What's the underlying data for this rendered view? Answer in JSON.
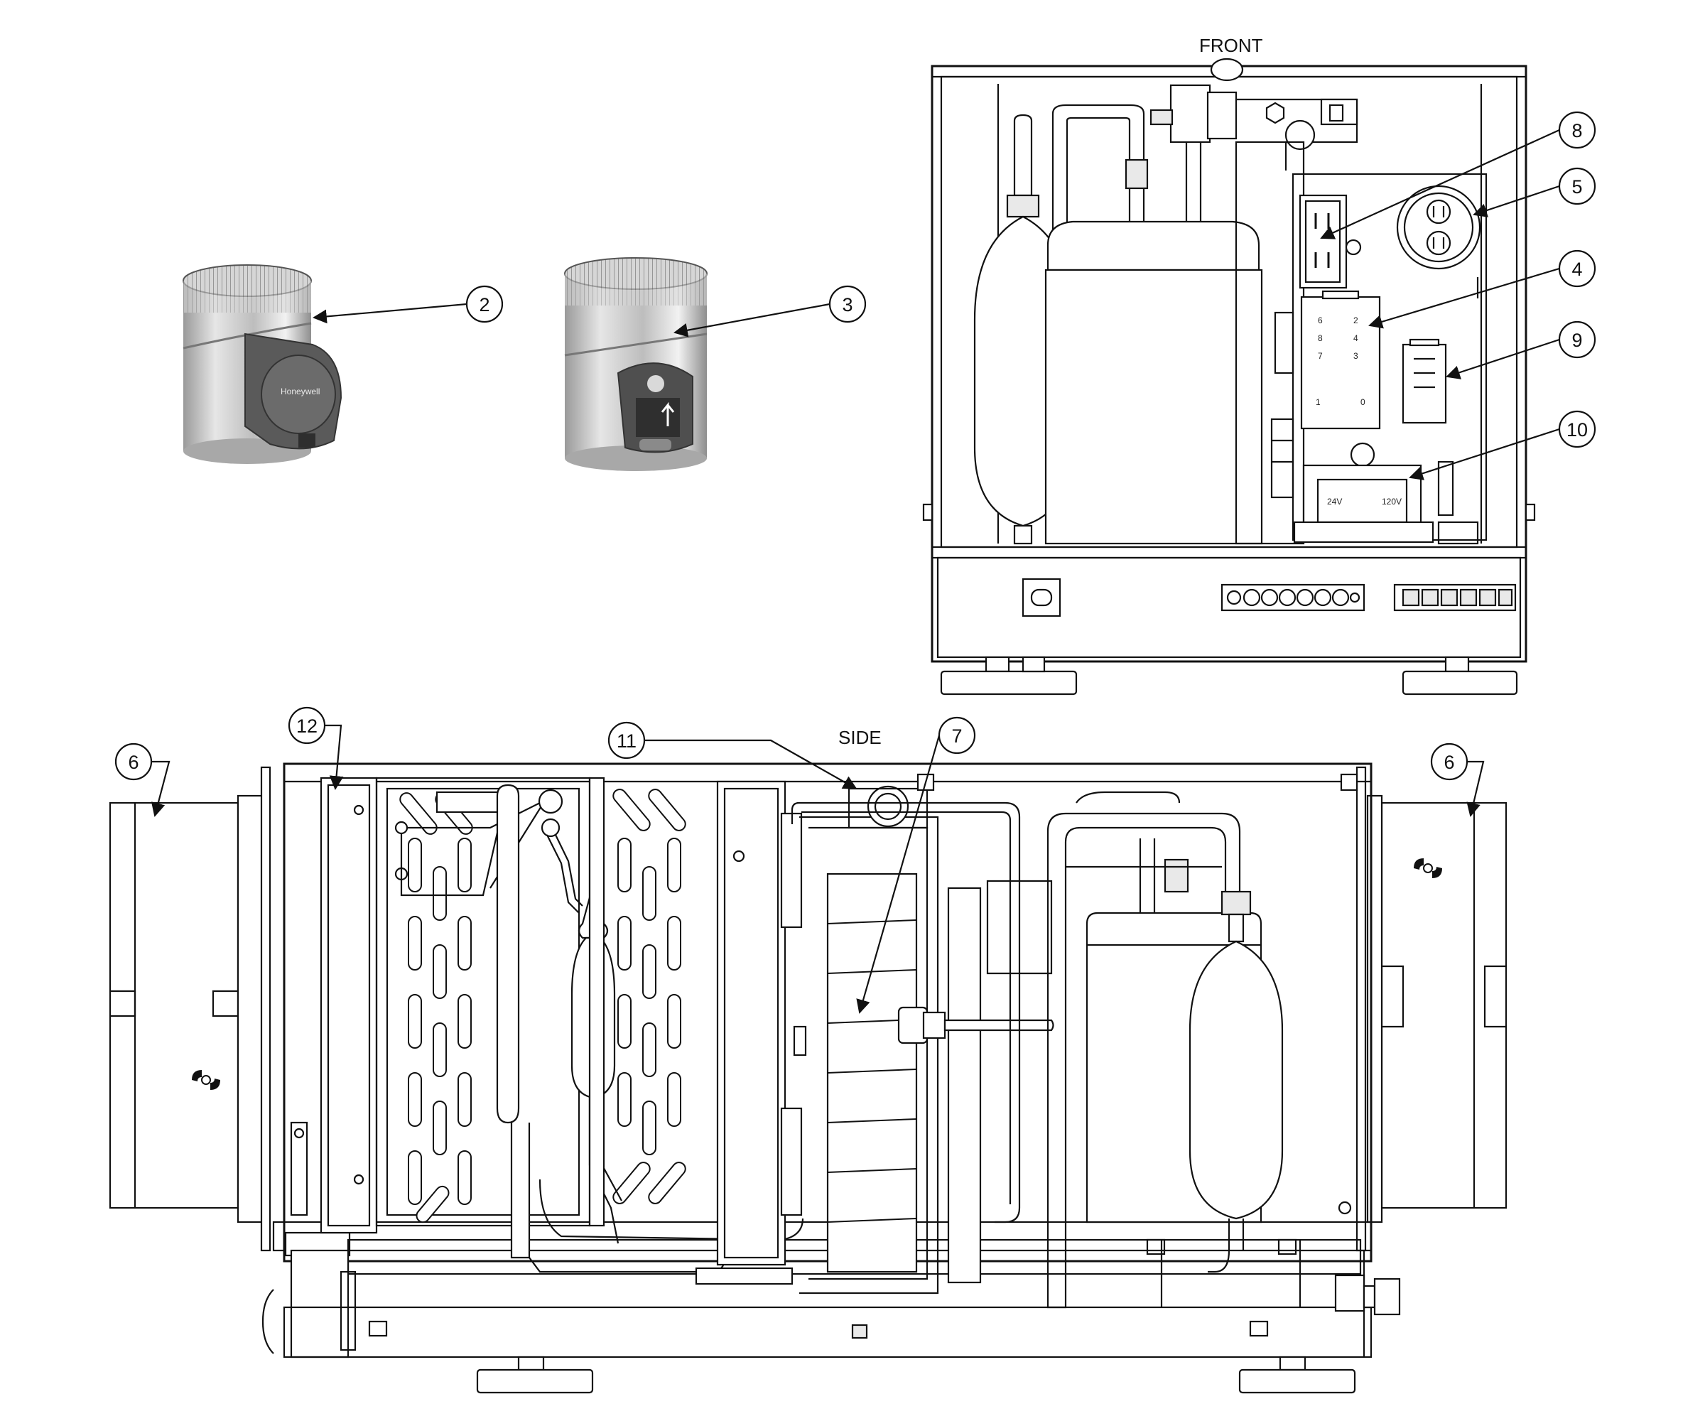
{
  "views": {
    "front_label": "FRONT",
    "side_label": "SIDE"
  },
  "callouts": [
    "2",
    "3",
    "4",
    "5",
    "6",
    "6",
    "7",
    "8",
    "9",
    "10",
    "11",
    "12"
  ],
  "relay_terminals": [
    "6",
    "8",
    "7",
    "2",
    "4",
    "3",
    "1",
    "0"
  ],
  "transformer_labels": [
    "24V",
    "120V"
  ],
  "damper_brand": "Honeywell"
}
